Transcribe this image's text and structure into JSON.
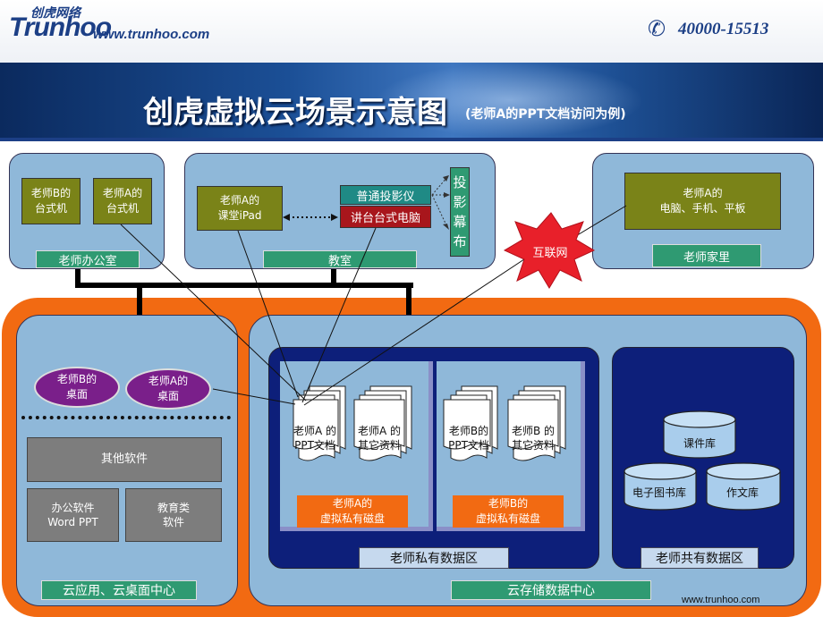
{
  "header": {
    "logo_cn": "创虎网络",
    "logo_en": "Trunhoo",
    "website": "www.trunhoo.com",
    "phone": "40000-15513",
    "title": "创虎虚拟云场景示意图",
    "subtitle": "(老师A的PPT文档访问为例)"
  },
  "office": {
    "label": "老师办公室",
    "pc_b": "老师B的\n台式机",
    "pc_a": "老师A的\n台式机"
  },
  "classroom": {
    "label": "教室",
    "ipad": "老师A的\n课堂iPad",
    "projector": "普通投影仪",
    "podium_pc": "讲台台式电脑",
    "screen": "投\n影\n幕\n布"
  },
  "home": {
    "label": "老师家里",
    "devices": "老师A的\n电脑、手机、平板"
  },
  "internet": "互联网",
  "desktop_center": {
    "label": "云应用、云桌面中心",
    "desktop_b": "老师B的\n桌面",
    "desktop_a": "老师A的\n桌面",
    "other_software": "其他软件",
    "office_software": "办公软件\nWord PPT",
    "edu_software": "教育类\n软件"
  },
  "storage_center": {
    "label": "云存储数据中心",
    "private_zone": "老师私有数据区",
    "shared_zone": "老师共有数据区",
    "doc_a_ppt": "老师A 的\nPPT文档",
    "doc_a_other": "老师A 的\n其它资料",
    "doc_b_ppt": "老师B的\nPPT文档",
    "doc_b_other": "老师B 的\n其它资料",
    "disk_a": "老师A的\n虚拟私有磁盘",
    "disk_b": "老师B的\n虚拟私有磁盘",
    "lib_courseware": "课件库",
    "lib_ebooks": "电子图书库",
    "lib_essays": "作文库"
  },
  "footer_url": "www.trunhoo.com",
  "colors": {
    "brand": "#1c3f86",
    "outer_orange": "#f26a12",
    "panel_blue": "#8fb8d9",
    "zone_navy": "#0d1f7a",
    "label_green": "#2f9a72",
    "olive": "#7a8318",
    "purple": "#7a1f8a",
    "burst_red": "#e8202a"
  }
}
